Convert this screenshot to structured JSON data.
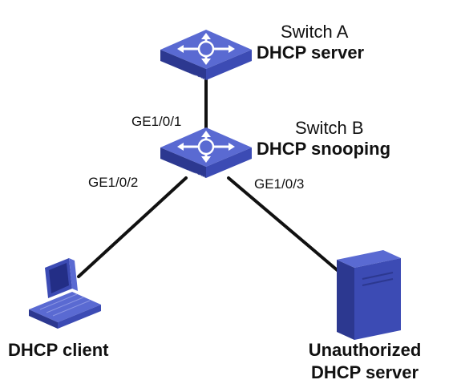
{
  "switch_a": {
    "name": "Switch A",
    "role": "DHCP server",
    "icon_label": "SWITCH"
  },
  "switch_b": {
    "name": "Switch B",
    "role": "DHCP snooping",
    "icon_label": "SWITCH"
  },
  "ports": {
    "uplink": "GE1/0/1",
    "client": "GE1/0/2",
    "rogue": "GE1/0/3"
  },
  "client": {
    "label": "DHCP client"
  },
  "rogue_server": {
    "label_line1": "Unauthorized",
    "label_line2": "DHCP server"
  },
  "colors": {
    "device_blue": "#3c4bb4",
    "device_top": "#5a6ad2",
    "device_dark": "#232e86",
    "link": "#111111"
  },
  "icons": [
    "switch-icon",
    "pc-icon",
    "server-icon"
  ]
}
